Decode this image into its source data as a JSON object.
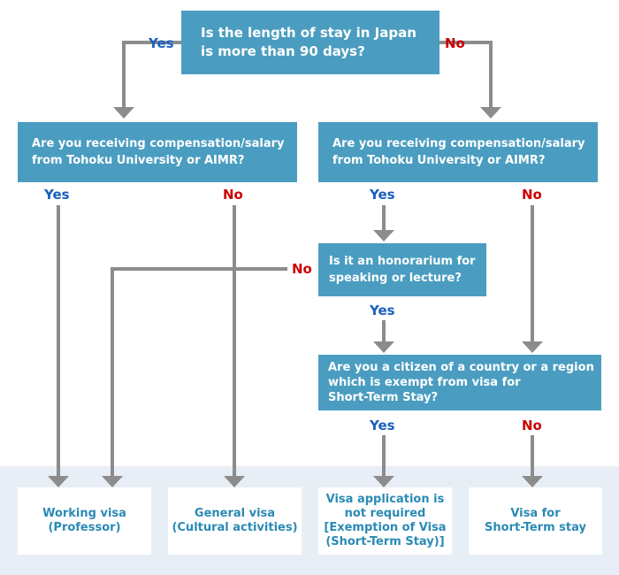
{
  "questions": {
    "stay": "Is the length of stay in Japan\nis more than 90 days?",
    "comp_left": "Are you receiving compensation/salary\nfrom Tohoku University or AIMR?",
    "comp_right": "Are you receiving compensation/salary\nfrom Tohoku University or AIMR?",
    "honorarium": "Is it an honorarium for\nspeaking or lecture?",
    "citizen": "Are you a citizen of a country or a region\nwhich is exempt from visa for\nShort-Term Stay?"
  },
  "answers": {
    "yes": "Yes",
    "no": "No"
  },
  "results": {
    "working": "Working visa\n(Professor)",
    "general": "General visa\n(Cultural activities)",
    "exemption": "Visa application is\nnot required\n[Exemption of Visa\n(Short-Term Stay)]",
    "short_term": "Visa for\nShort-Term stay"
  },
  "colors": {
    "question_box": "#4a9dc0",
    "yes_label": "#1a5fbf",
    "no_label": "#cc0000",
    "result_text": "#2a8ab5",
    "connector": "#8c8c8c",
    "result_band": "#e8eef5"
  }
}
